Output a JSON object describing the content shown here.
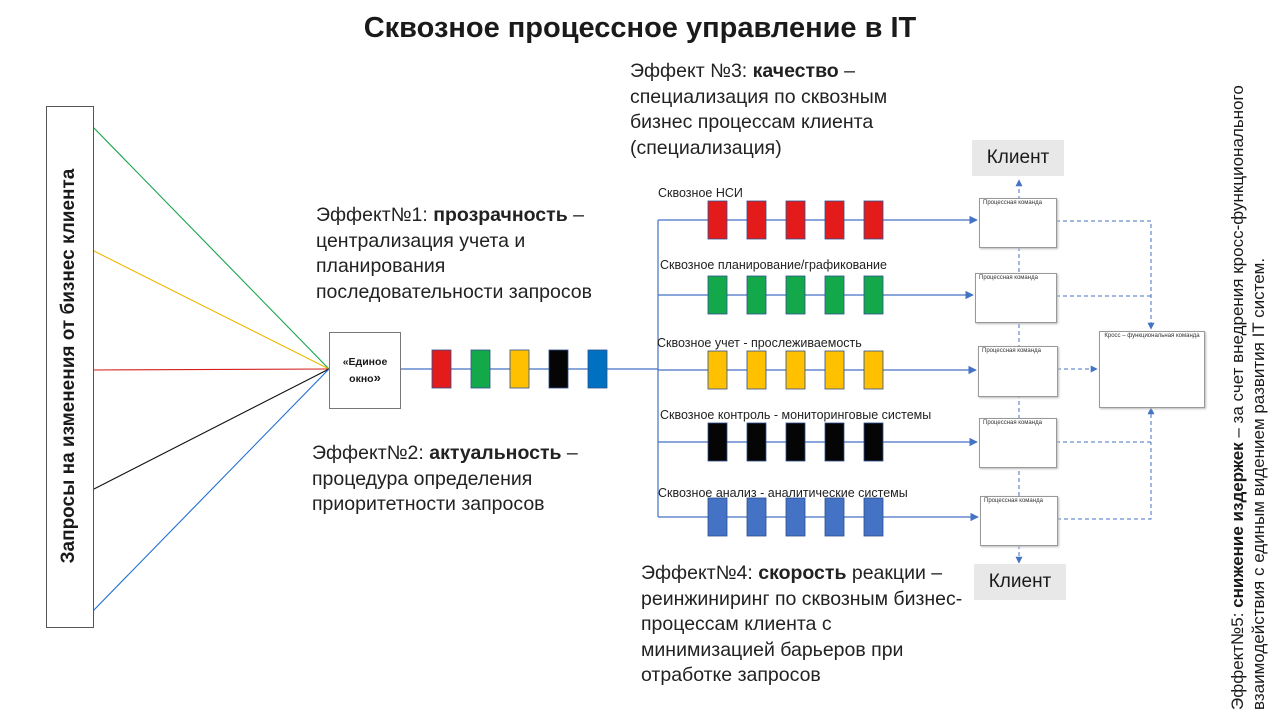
{
  "title": "Сквозное процессное управление в IT",
  "left_label": "Запросы на изменения  от бизнес клиента",
  "single_window": {
    "open": "«Единое",
    "close": "окно",
    "quote": "»"
  },
  "effects": {
    "e1": {
      "prefix": "Эффект№1: ",
      "bold": "прозрачность",
      "rest": " – централизация учета и планирования последовательности запросов"
    },
    "e2": {
      "prefix": "Эффект№2: ",
      "bold": "актуальность",
      "rest": "  – процедура определения приоритетности запросов"
    },
    "e3": {
      "prefix": "Эффект №3: ",
      "bold": "качество",
      "rest": " – специализация по сквозным бизнес процессам клиента (специализация)"
    },
    "e4": {
      "prefix": "Эффект№4: ",
      "bold": "скорость",
      "rest": " реакции – реинжиниринг по сквозным бизнес-процессам клиента с минимизацией барьеров при отработке запросов"
    },
    "e5": {
      "prefix": "Эффект№5: ",
      "bold": "снижение издержек",
      "rest": " – за счет внедрения кросс-функционального  взаимодействия  с единым видением  развития IT систем."
    }
  },
  "lanes": [
    {
      "label": "Сквозное НСИ",
      "color": "#e31b1b"
    },
    {
      "label": "Сквозное планирование/графикование",
      "color": "#13a94a"
    },
    {
      "label": "Сквозное учет - прослеживаемость",
      "color": "#ffc000"
    },
    {
      "label": "Сквозное контроль  - мониторинговые системы",
      "color": "#050505"
    },
    {
      "label": "Сквозное анализ - аналитические системы",
      "color": "#4472c4"
    }
  ],
  "queue_colors": [
    "#e31b1b",
    "#13a94a",
    "#ffc000",
    "#050505",
    "#0070c0"
  ],
  "input_arrows": [
    {
      "name": "arrow-green",
      "color": "#16a34a"
    },
    {
      "name": "arrow-yellow",
      "color": "#f0b800"
    },
    {
      "name": "arrow-red",
      "color": "#d62020"
    },
    {
      "name": "arrow-black",
      "color": "#111111"
    },
    {
      "name": "arrow-blue",
      "color": "#1e6fd0"
    }
  ],
  "team_label": "Процессная команда",
  "cross_team_label": "Кросс – функциональная команда",
  "client_top": "Клиент",
  "client_bottom": "Клиент",
  "accent_dashed": "#4472c4"
}
